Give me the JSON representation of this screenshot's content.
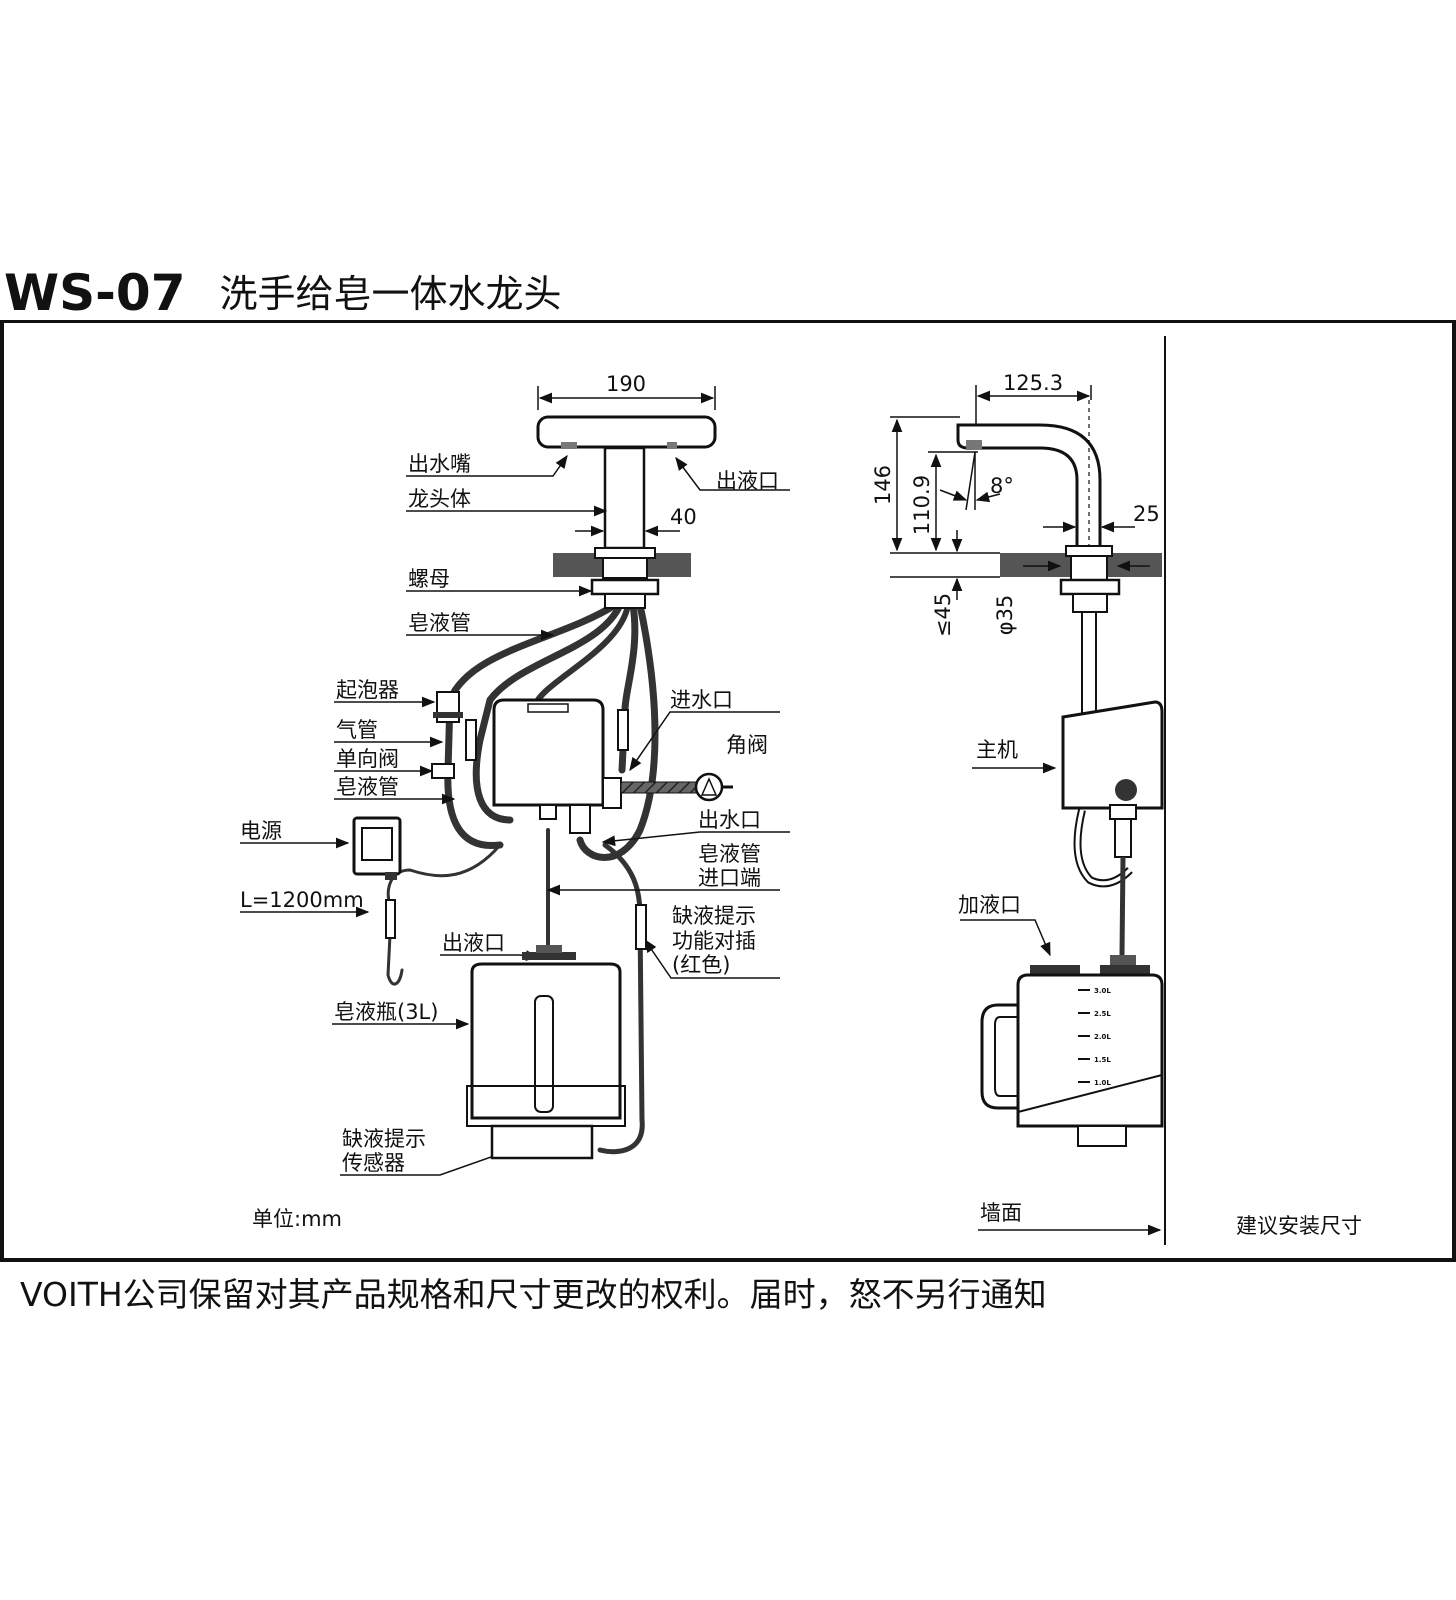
{
  "header": {
    "model": "WS-07",
    "product_name": "洗手给皂一体水龙头"
  },
  "front_view": {
    "dims": {
      "width": "190",
      "neck": "40",
      "cable_length": "L=1200mm"
    },
    "labels": {
      "spout": "出水嘴",
      "soap_outlet_top": "出液口",
      "body": "龙头体",
      "nut": "螺母",
      "soap_tube_top": "皂液管",
      "foamer": "起泡器",
      "air_tube": "气管",
      "check_valve": "单向阀",
      "soap_tube_left": "皂液管",
      "power": "电源",
      "water_inlet": "进水口",
      "angle_valve": "角阀",
      "water_outlet": "出水口",
      "soap_inlet_line1": "皂液管",
      "soap_inlet_line2": "进口端",
      "low_alert_line1": "缺液提示",
      "low_alert_line2": "功能对插",
      "low_alert_line3": "(红色)",
      "bottle_outlet": "出液口",
      "soap_bottle": "皂液瓶(3L)",
      "sensor_line1": "缺液提示",
      "sensor_line2": "传感器",
      "unit": "单位:mm"
    }
  },
  "side_view": {
    "dims": {
      "reach": "125.3",
      "height_total": "146",
      "height_spout": "110.9",
      "angle": "8°",
      "offset": "25",
      "counter_thickness": "≤45",
      "hole_diameter": "φ35"
    },
    "labels": {
      "main_unit": "主机",
      "fill_port": "加液口",
      "wall": "墙面",
      "caption": "建议安装尺寸"
    },
    "bottle_scale": [
      "3.0L",
      "2.5L",
      "2.0L",
      "1.5L",
      "1.0L"
    ]
  },
  "footer": {
    "notice": "VOITH公司保留对其产品规格和尺寸更改的权利。届时，怒不另行通知"
  }
}
